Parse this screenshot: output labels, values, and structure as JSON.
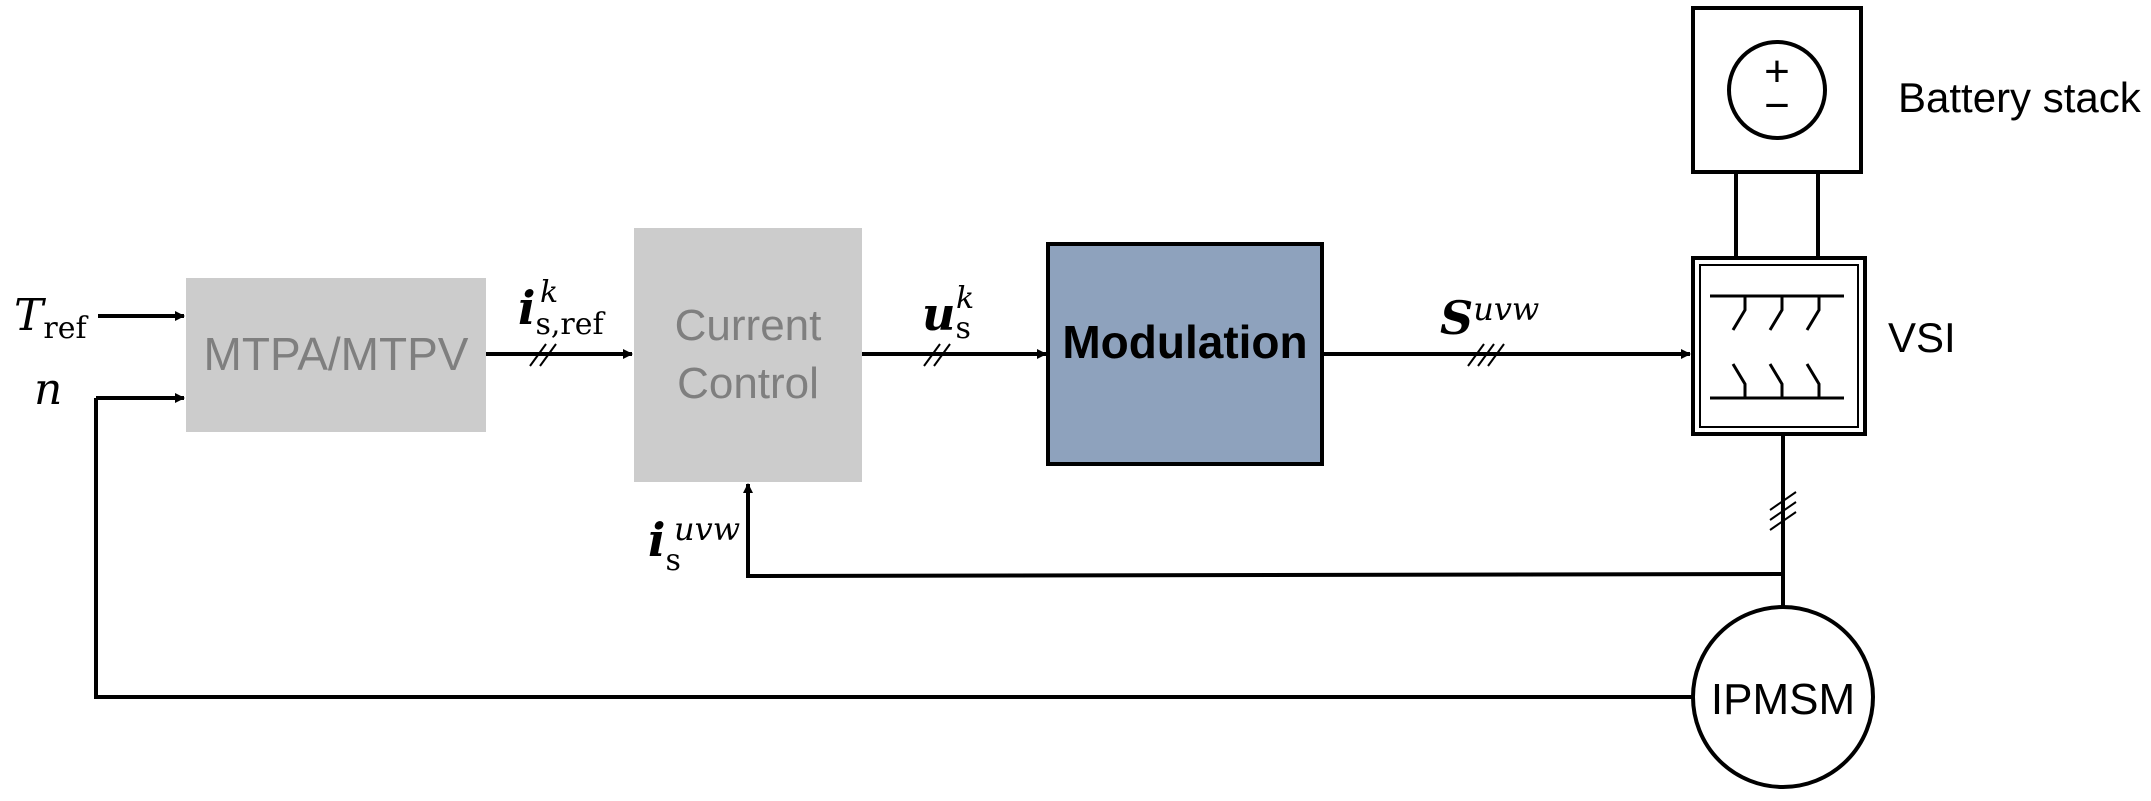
{
  "blocks": {
    "mtpa": {
      "label": "MTPA/MTPV",
      "fill": "#cccccc",
      "text_color": "#7f7f7f"
    },
    "current_control": {
      "line1": "Current",
      "line2": "Control",
      "fill": "#cccccc",
      "text_color": "#7f7f7f"
    },
    "modulation": {
      "label": "Modulation",
      "fill": "#8ea2bd",
      "text_color": "#000000"
    },
    "vsi": {
      "label": "VSI"
    },
    "battery": {
      "label": "Battery stack",
      "symbol_top": "+",
      "symbol_bottom": "−"
    },
    "motor": {
      "label": "IPMSM"
    }
  },
  "signals": {
    "torque_ref": {
      "base": "T",
      "sub": "ref"
    },
    "speed": {
      "base": "n"
    },
    "current_ref": {
      "base": "i",
      "sub": "s,ref",
      "sup": "k"
    },
    "voltage": {
      "base": "u",
      "sub": "s",
      "sup": "k"
    },
    "switching": {
      "base": "S",
      "sup": "uvw"
    },
    "current_meas": {
      "base": "i",
      "sub": "s",
      "sup": "uvw"
    }
  }
}
